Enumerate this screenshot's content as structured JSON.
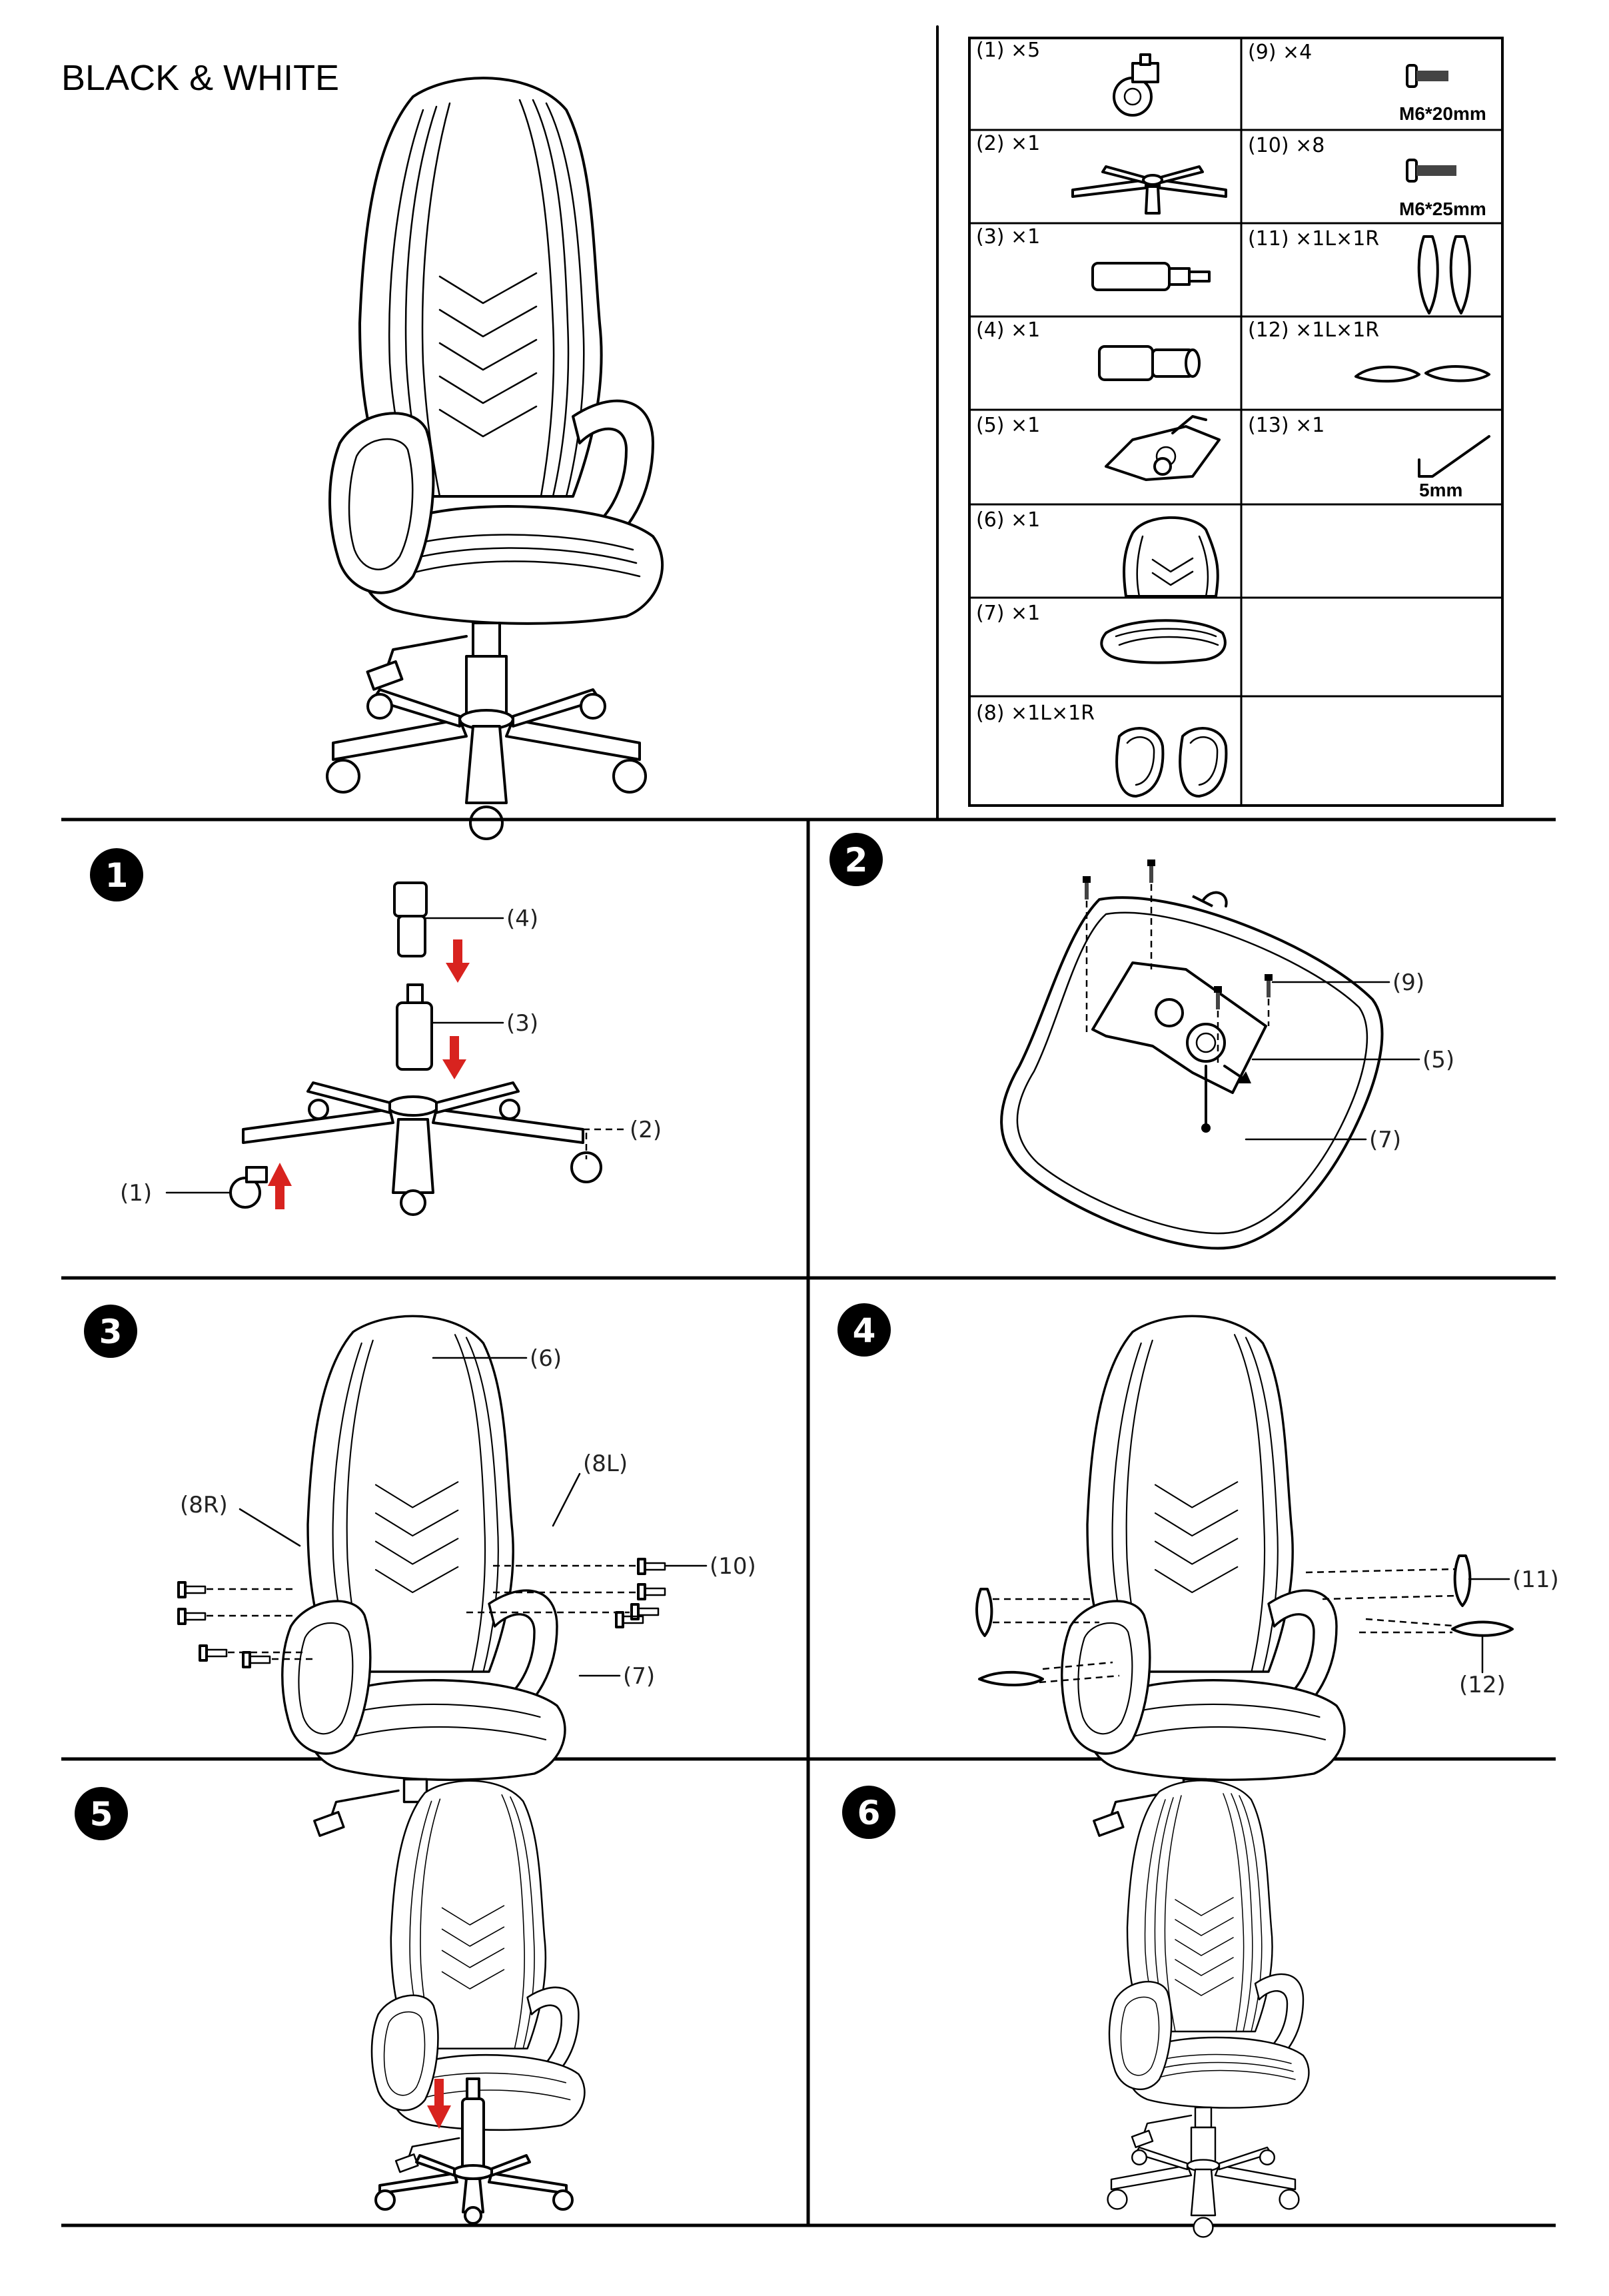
{
  "title": "BLACK & WHITE",
  "parts": [
    {
      "label": "(1) ×5",
      "icon": "caster-wheel-icon"
    },
    {
      "label": "(2) ×1",
      "icon": "five-star-base-icon"
    },
    {
      "label": "(3) ×1",
      "icon": "gas-lift-icon"
    },
    {
      "label": "(4) ×1",
      "icon": "gas-lift-cover-icon"
    },
    {
      "label": "(5) ×1",
      "icon": "seat-mechanism-icon"
    },
    {
      "label": "(6) ×1",
      "icon": "backrest-icon"
    },
    {
      "label": "(7) ×1",
      "icon": "seat-cushion-icon"
    },
    {
      "label": "(8) ×1L×1R",
      "icon": "armrest-pair-icon"
    },
    {
      "label": "(9) ×4",
      "icon": "bolt-icon",
      "spec": "M6*20mm"
    },
    {
      "label": "(10) ×8",
      "icon": "bolt-icon",
      "spec": "M6*25mm"
    },
    {
      "label": "(11) ×1L×1R",
      "icon": "back-cover-pair-icon"
    },
    {
      "label": "(12) ×1L×1R",
      "icon": "arm-cover-pair-icon"
    },
    {
      "label": "(13) ×1",
      "icon": "allen-key-icon",
      "spec": "5mm"
    }
  ],
  "steps": [
    {
      "number": "1",
      "labels": [
        "(4)",
        "(3)",
        "(2)",
        "(1)"
      ]
    },
    {
      "number": "2",
      "labels": [
        "(9)",
        "(5)",
        "(7)"
      ]
    },
    {
      "number": "3",
      "labels": [
        "(6)",
        "(8L)",
        "(8R)",
        "(10)",
        "(7)"
      ]
    },
    {
      "number": "4",
      "labels": [
        "(11)",
        "(12)"
      ]
    },
    {
      "number": "5",
      "labels": []
    },
    {
      "number": "6",
      "labels": []
    }
  ],
  "colors": {
    "arrow": "#d8231f",
    "line": "#000000",
    "background": "#ffffff"
  }
}
